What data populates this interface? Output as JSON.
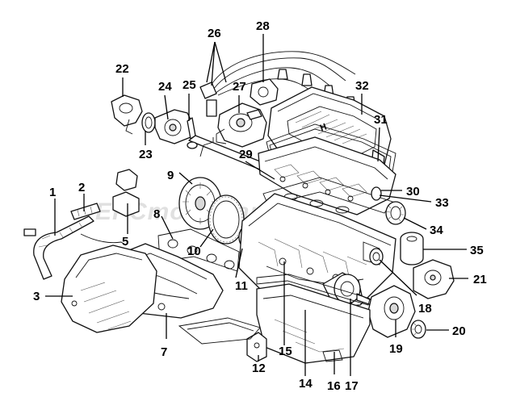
{
  "watermark": "EPCmotorparts.eu",
  "callouts": [
    {
      "id": "1",
      "label": "1"
    },
    {
      "id": "2",
      "label": "2"
    },
    {
      "id": "3",
      "label": "3"
    },
    {
      "id": "5",
      "label": "5"
    },
    {
      "id": "7",
      "label": "7"
    },
    {
      "id": "8",
      "label": "8"
    },
    {
      "id": "9",
      "label": "9"
    },
    {
      "id": "10",
      "label": "10"
    },
    {
      "id": "11",
      "label": "11"
    },
    {
      "id": "12",
      "label": "12"
    },
    {
      "id": "14",
      "label": "14"
    },
    {
      "id": "15",
      "label": "15"
    },
    {
      "id": "16",
      "label": "16"
    },
    {
      "id": "17",
      "label": "17"
    },
    {
      "id": "18",
      "label": "18"
    },
    {
      "id": "19",
      "label": "19"
    },
    {
      "id": "20",
      "label": "20"
    },
    {
      "id": "21",
      "label": "21"
    },
    {
      "id": "22",
      "label": "22"
    },
    {
      "id": "23",
      "label": "23"
    },
    {
      "id": "24",
      "label": "24"
    },
    {
      "id": "25",
      "label": "25"
    },
    {
      "id": "26",
      "label": "26"
    },
    {
      "id": "27",
      "label": "27"
    },
    {
      "id": "28",
      "label": "28"
    },
    {
      "id": "29",
      "label": "29"
    },
    {
      "id": "30",
      "label": "30"
    },
    {
      "id": "31",
      "label": "31"
    },
    {
      "id": "32",
      "label": "32"
    },
    {
      "id": "33",
      "label": "33"
    },
    {
      "id": "34",
      "label": "34"
    },
    {
      "id": "35",
      "label": "35"
    }
  ]
}
